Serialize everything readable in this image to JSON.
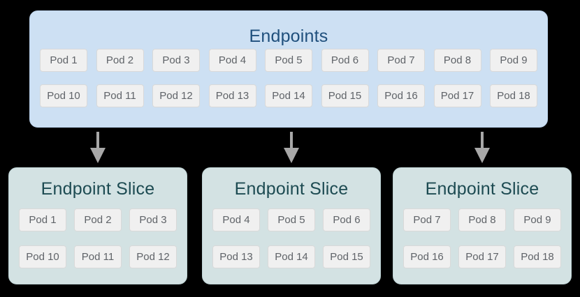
{
  "diagram": {
    "endpoints": {
      "title": "Endpoints",
      "pods": [
        "Pod 1",
        "Pod 2",
        "Pod 3",
        "Pod 4",
        "Pod 5",
        "Pod 6",
        "Pod 7",
        "Pod 8",
        "Pod 9",
        "Pod 10",
        "Pod 11",
        "Pod 12",
        "Pod 13",
        "Pod 14",
        "Pod 15",
        "Pod 16",
        "Pod 17",
        "Pod 18"
      ]
    },
    "arrows": [
      {
        "icon": "arrow-down"
      },
      {
        "icon": "arrow-down"
      },
      {
        "icon": "arrow-down"
      }
    ],
    "slices": [
      {
        "title": "Endpoint Slice",
        "pods": [
          "Pod 1",
          "Pod 2",
          "Pod 3",
          "Pod 10",
          "Pod 11",
          "Pod 12"
        ]
      },
      {
        "title": "Endpoint Slice",
        "pods": [
          "Pod 4",
          "Pod 5",
          "Pod 6",
          "Pod 13",
          "Pod 14",
          "Pod 15"
        ]
      },
      {
        "title": "Endpoint Slice",
        "pods": [
          "Pod 7",
          "Pod 8",
          "Pod 9",
          "Pod 16",
          "Pod 17",
          "Pod 18"
        ]
      }
    ],
    "colors": {
      "background": "#000000",
      "endpoints_box_fill": "#cde0f3",
      "endpoints_title_text": "#20507d",
      "slice_box_fill": "#d3e2e3",
      "slice_title_text": "#1d4b52",
      "pod_fill": "#f0f0f0",
      "pod_border": "#d9d9d9",
      "pod_text": "#5f6368",
      "arrow": "#a8a8a8"
    }
  }
}
